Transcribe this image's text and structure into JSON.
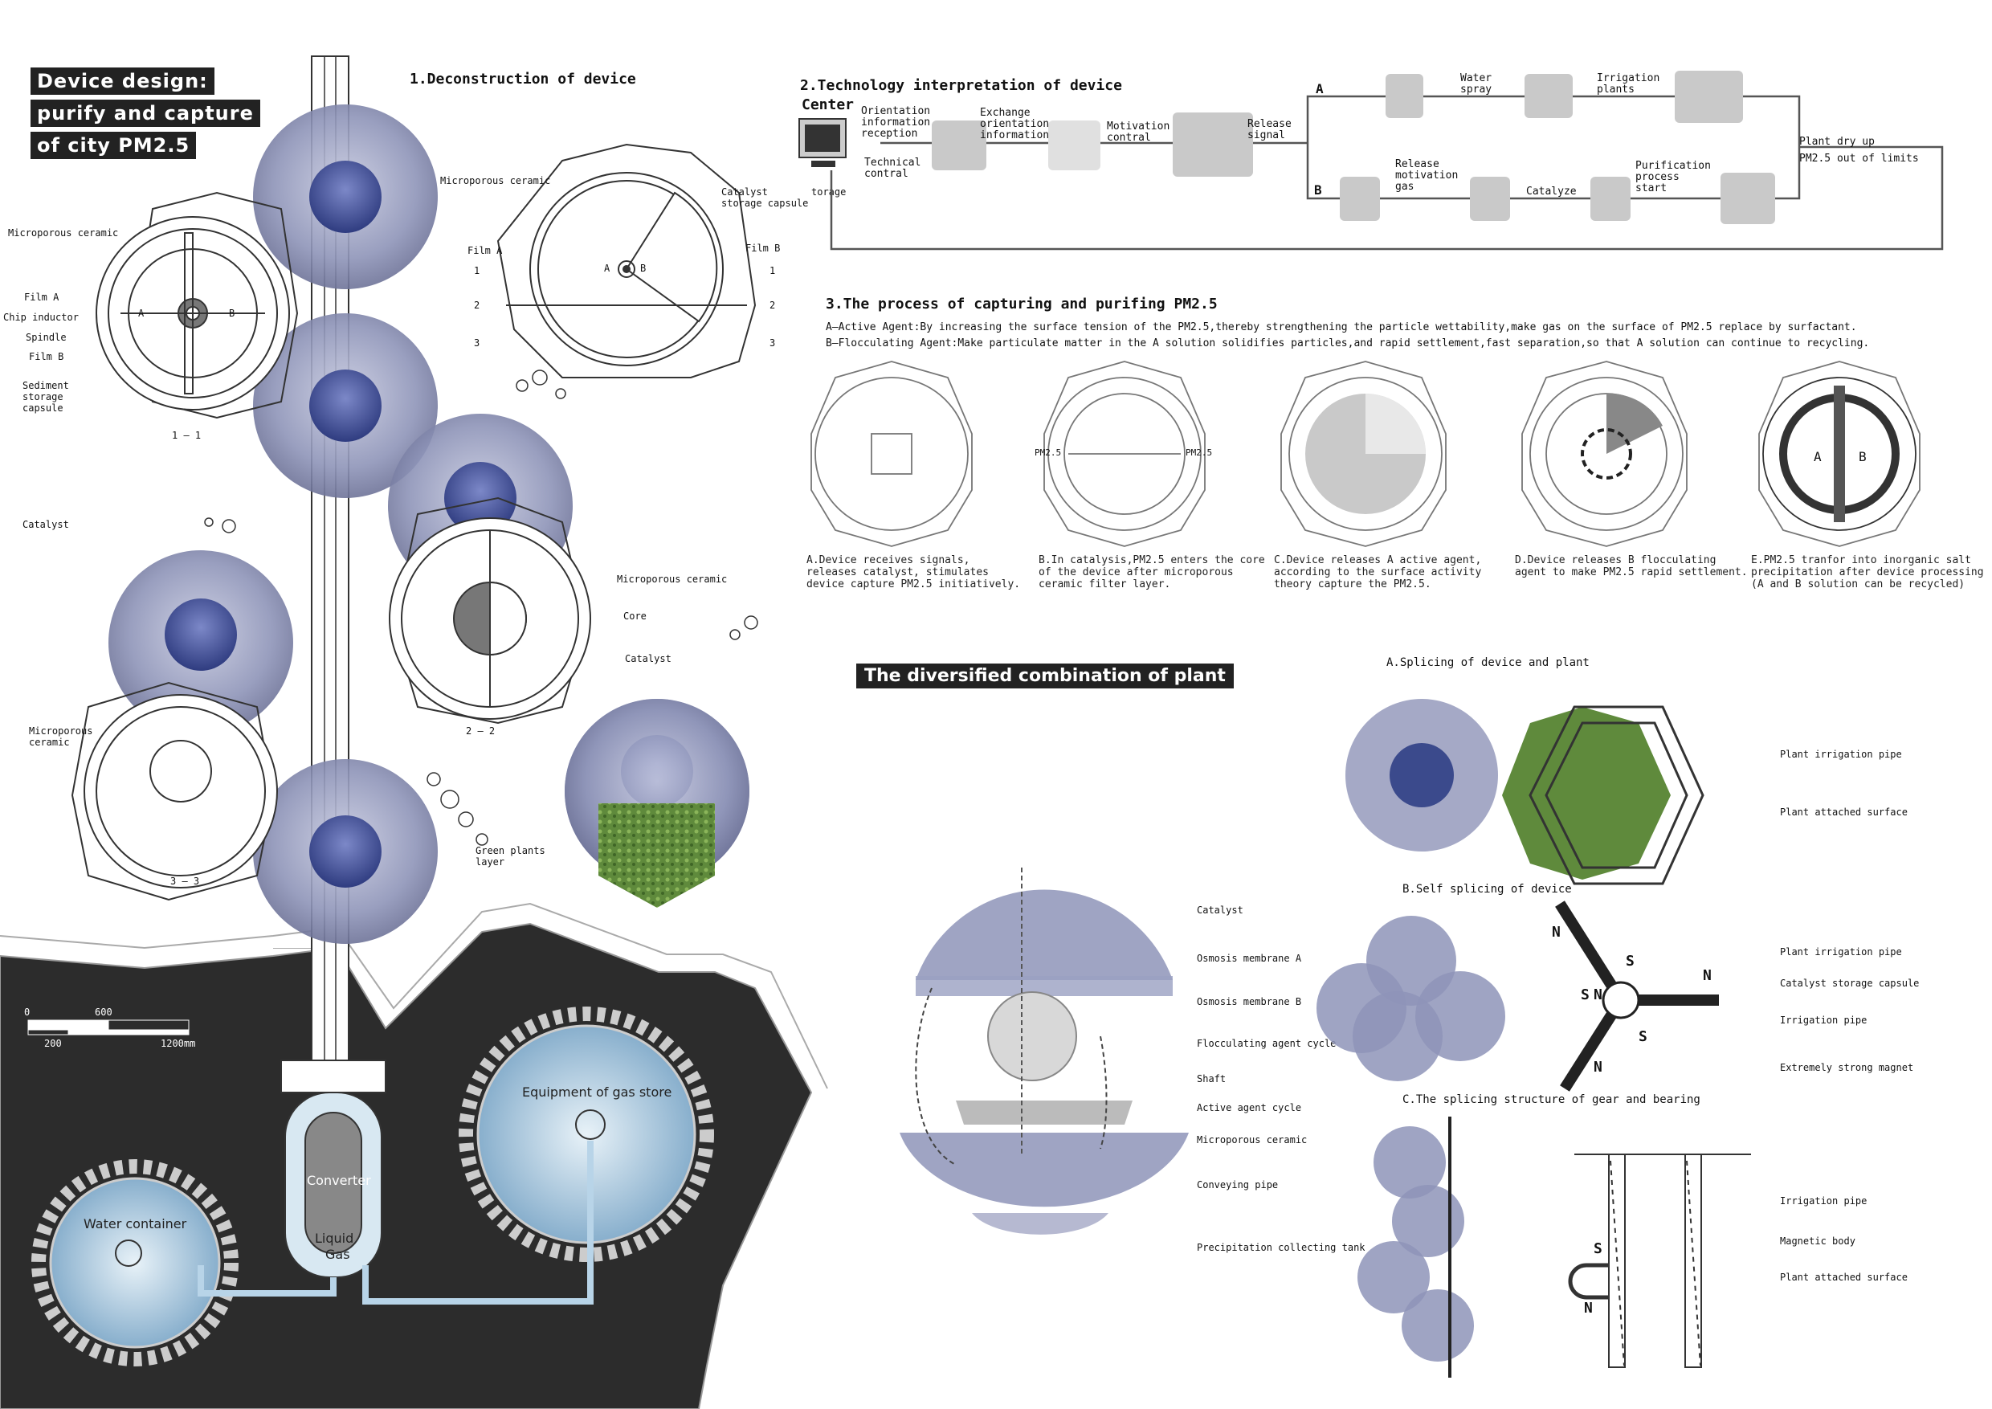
{
  "title": {
    "lines": [
      "Device design:",
      "purify and capture",
      "of city  PM2.5"
    ]
  },
  "section1": {
    "title": "1.Deconstruction of device",
    "labels": {
      "microporous_ceramic_top": "Microporous ceramic",
      "catalyst_storage": "Catalyst storage capsule",
      "catalyst_storage_tail": "torage",
      "film_a_top": "Film A",
      "film_b_top": "Film B",
      "num1_l": "1",
      "num2_l": "2",
      "num3_l": "3",
      "num1_r": "1",
      "num2_r": "2",
      "num3_r": "3",
      "a_center": "A",
      "b_center": "B",
      "microporous_ceramic_left": "Microporous ceramic",
      "film_a_left": "Film A",
      "chip_inductor": "Chip inductor",
      "spindle": "Spindle",
      "film_b_left": "Film B",
      "sediment": "Sediment\nstorage\ncapsule",
      "a_left": "A",
      "b_left": "B",
      "sec_1_1": "1 — 1",
      "catalyst": "Catalyst",
      "microporous_ceramic_mid": "Microporous ceramic",
      "core": "Core",
      "sec_2_2": "2 — 2",
      "catalyst_mid": "Catalyst",
      "microporous_ceramic_low": "Microporous\nceramic",
      "green_plants": "Green plants\nlayer",
      "sec_3_3": "3 — 3"
    }
  },
  "scale": {
    "t0": "0",
    "t600": "600",
    "t200": "200",
    "t1200": "1200mm"
  },
  "equipment": {
    "gas_store": "Equipment of gas store",
    "converter": "Converter",
    "liquid": "Liquid",
    "gas": "Gas",
    "water": "Water container"
  },
  "section2": {
    "title": "2.Technology interpretation of device",
    "center": "Center",
    "orientation": "Orientation\ninformation\nreception",
    "technical": "Technical\ncontral",
    "exchange": "Exchange\norientation\ninformation",
    "motivation": "Motivation\ncontral",
    "release_signal": "Release\nsignal",
    "branch_a": "A",
    "branch_b": "B",
    "water_spray": "Water\nspray",
    "irrigation_plants": "Irrigation\nplants",
    "release_gas": "Release\nmotivation\ngas",
    "catalyze": "Catalyze",
    "purification": "Purification\nprocess\nstart",
    "plant_dry": "Plant dry up",
    "pm_out": "PM2.5 out of limits"
  },
  "section3": {
    "title": "3.The process of capturing and purifing PM2.5",
    "agent_a": "A—Active Agent:By increasing the surface tension of the PM2.5,thereby strengthening the particle wettability,make gas on the surface of PM2.5 replace by surfactant.",
    "agent_b": "B—Flocculating Agent:Make particulate matter in the A solution solidifies particles,and rapid settlement,fast separation,so that A solution can continue to recycling.",
    "pm_left": "PM2.5",
    "pm_right": "PM2.5",
    "e_a": "A",
    "e_b": "B",
    "captions": [
      "A.Device receives signals,\nreleases catalyst, stimulates\ndevice capture PM2.5 initiatively.",
      "B.In catalysis,PM2.5 enters the core\nof the device after microporous\nceramic filter layer.",
      "C.Device releases A active agent,\naccording to the surface activity\ntheory capture the PM2.5.",
      "D.Device releases B flocculating\nagent to make PM2.5 rapid settlement.",
      "E.PM2.5 tranfor into inorganic salt\nprecipitation after device processing\n(A and B solution can be recycled)"
    ]
  },
  "section4": {
    "title": "The diversified combination of plant",
    "labels": [
      "Catalyst",
      "Osmosis membrane A",
      "Osmosis membrane B",
      "Flocculating agent cycle",
      "Shaft",
      "Active agent cycle",
      "Microporous ceramic",
      "Conveying pipe",
      "Precipitation collecting tank"
    ]
  },
  "splicing": {
    "a_title": "A.Splicing of device and plant",
    "a_labels": [
      "Plant irrigation pipe",
      "Plant attached surface"
    ],
    "b_title": "B.Self splicing of device",
    "b_labels": [
      "Plant irrigation pipe",
      "Catalyst storage capsule",
      "Irrigation pipe",
      "Extremely strong magnet"
    ],
    "c_title": "C.The splicing structure of gear and bearing",
    "c_labels": [
      "Irrigation pipe",
      "Magnetic body",
      "Plant attached surface"
    ],
    "n": "N",
    "s": "S"
  },
  "colors": {
    "ground": "#2c2c2c",
    "sphere": "#8e94b8",
    "sphere_core": "#3b4a8c",
    "flow_box": "#c9c9c9",
    "plant_green": "#5f8a3c"
  }
}
